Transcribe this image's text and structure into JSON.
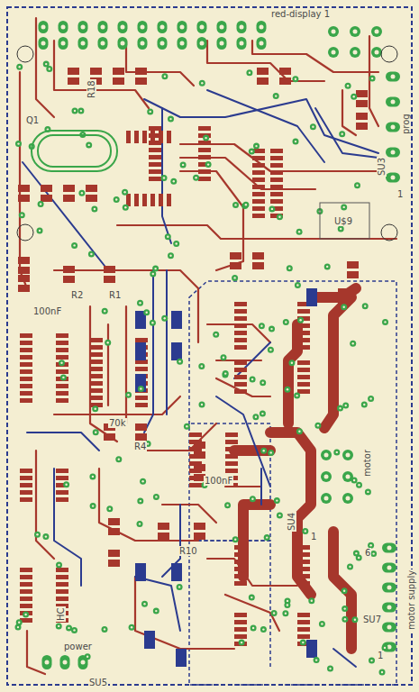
{
  "diagram": {
    "labels": [
      "red-display 1",
      "prog",
      "SU3",
      "1",
      "U$9",
      "Q1",
      "R18",
      "R2",
      "R1",
      "100nF",
      "motor",
      "SU4",
      "1",
      "motor supply",
      "6",
      "SU7",
      "1",
      "power",
      "SU5",
      "70k",
      "100nF",
      "R4",
      "R10",
      "HC"
    ]
  }
}
